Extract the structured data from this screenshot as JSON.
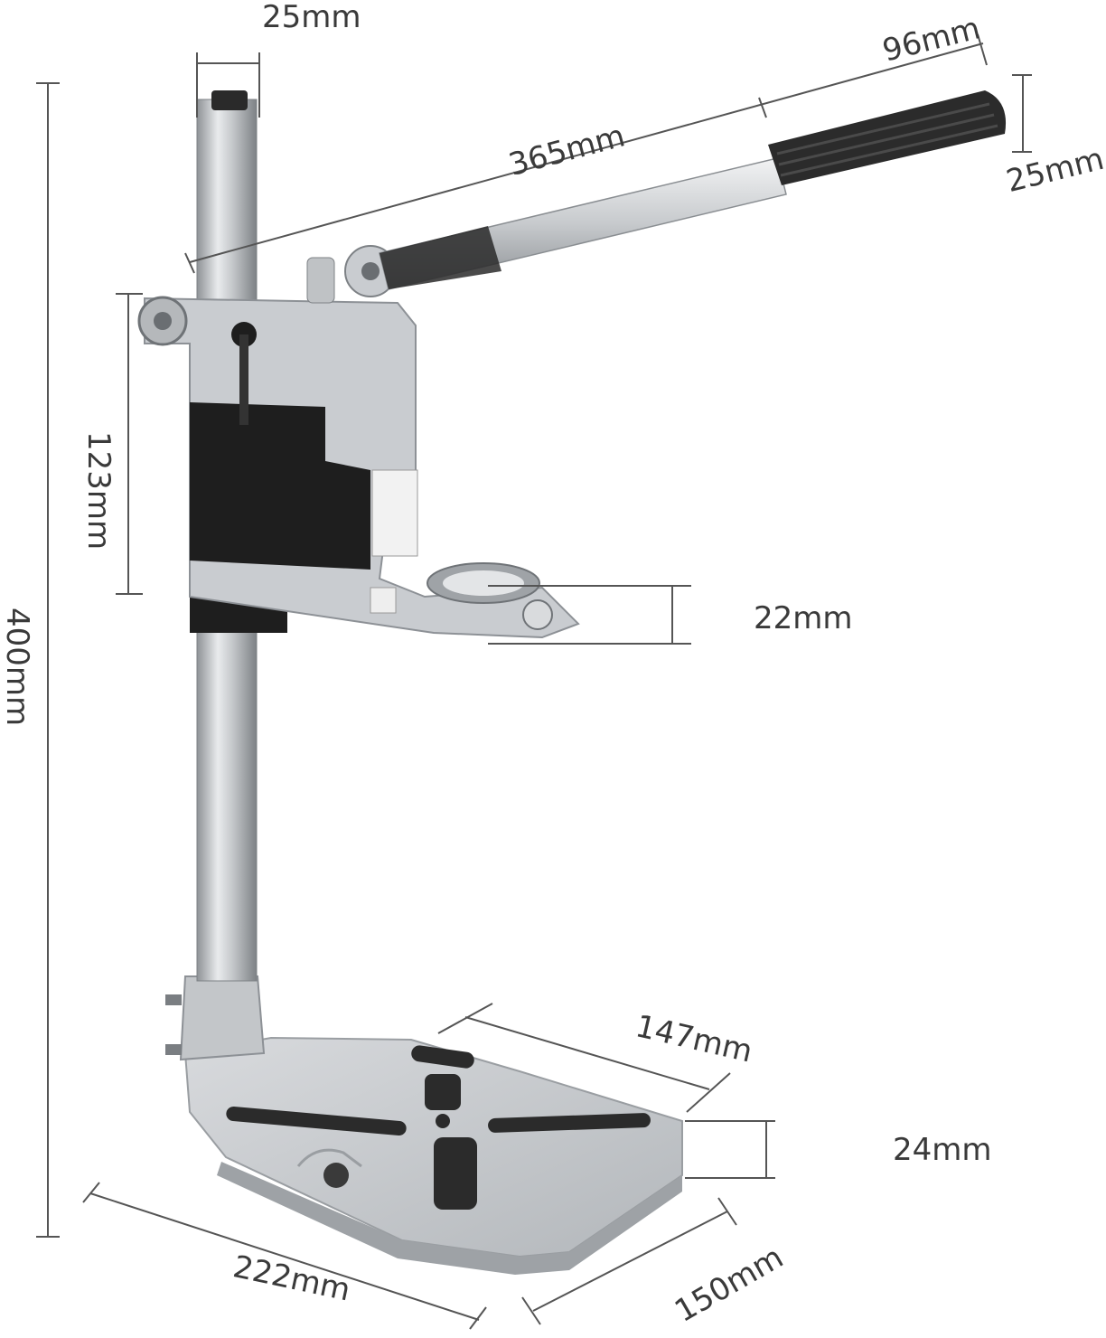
{
  "dimensions": {
    "column_diameter": "25mm",
    "handle_grip_length": "96mm",
    "lever_length": "365mm",
    "handle_grip_diameter": "25mm",
    "head_height": "123mm",
    "total_height": "400mm",
    "collar_height": "22mm",
    "base_depth": "147mm",
    "base_thickness": "24mm",
    "base_width": "150mm",
    "base_length": "222mm"
  },
  "colors": {
    "metal": "#c9ccd0",
    "metal_dark": "#8d9196",
    "black_part": "#1e1e1e",
    "dimension_line": "#555555",
    "label_text": "#3a3a3a"
  }
}
